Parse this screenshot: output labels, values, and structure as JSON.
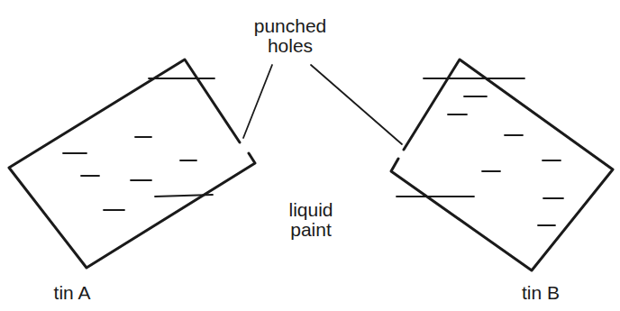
{
  "diagram": {
    "labels": [
      "punched holes",
      "liquid paint",
      "tin A",
      "tin B"
    ]
  }
}
